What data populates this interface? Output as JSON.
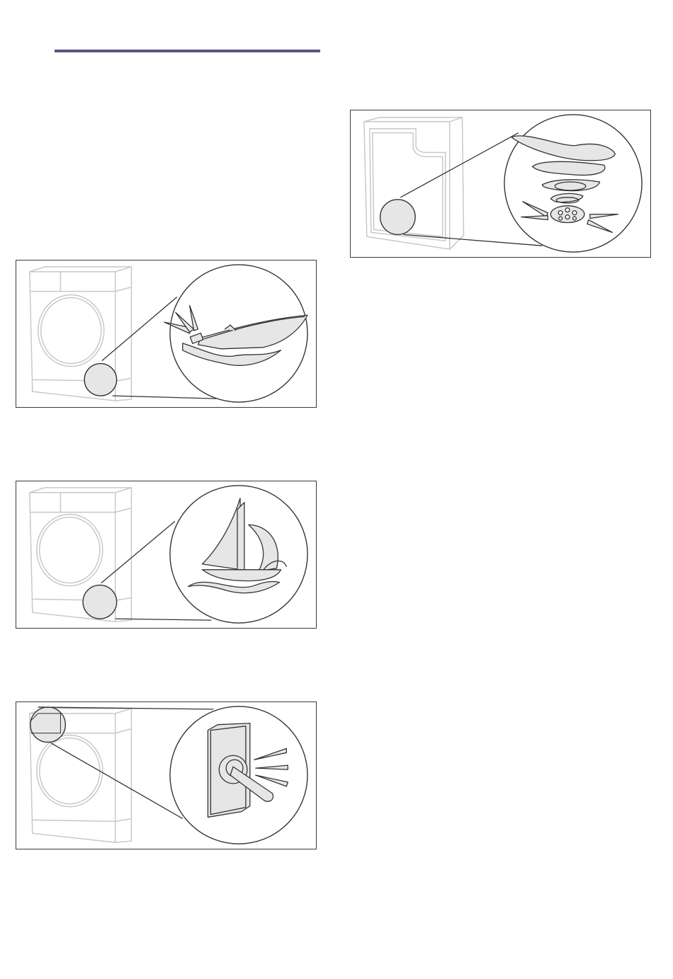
{
  "page": {
    "accent_color": "#5b5485",
    "figures": [
      {
        "id": "transport",
        "icon": "transport-safety-lever-icon"
      },
      {
        "id": "sailboat",
        "icon": "ship-wave-icon"
      },
      {
        "id": "switch",
        "icon": "toggle-switch-icon"
      },
      {
        "id": "drain",
        "icon": "drain-spiral-icon"
      }
    ]
  }
}
